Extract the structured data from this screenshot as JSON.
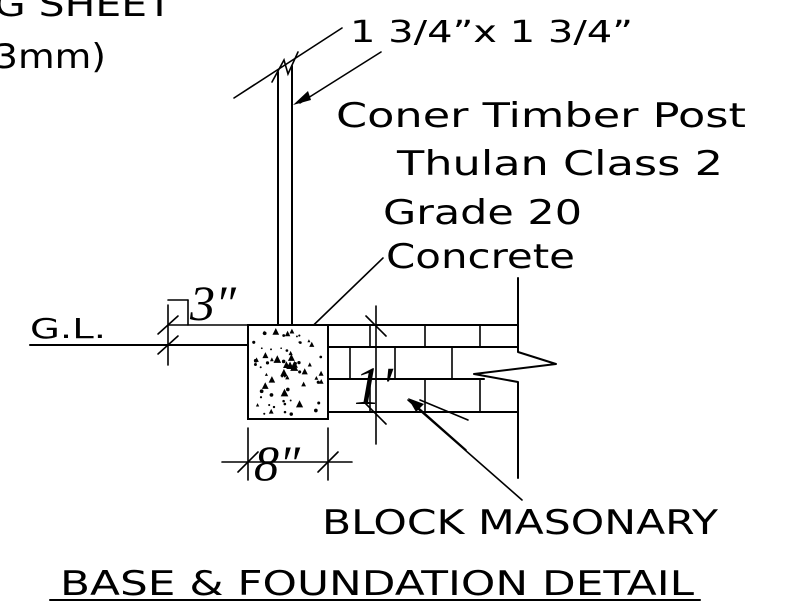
{
  "labels": {
    "top_left_line1": "G SHEET",
    "top_left_line2": "3mm)",
    "post_size": "1 3/4”x 1 3/4”",
    "post_desc_1": "Coner Timber Post",
    "post_desc_2": "Thulan Class 2",
    "concrete_1": "Grade 20",
    "concrete_2": "Concrete",
    "ground_level": "G.L.",
    "masonry": "BLOCK MASONARY",
    "title": "BASE & FOUNDATION DETAIL"
  },
  "dimensions": {
    "post_embed": "3″",
    "footing_height": "1′",
    "footing_width": "8″"
  }
}
